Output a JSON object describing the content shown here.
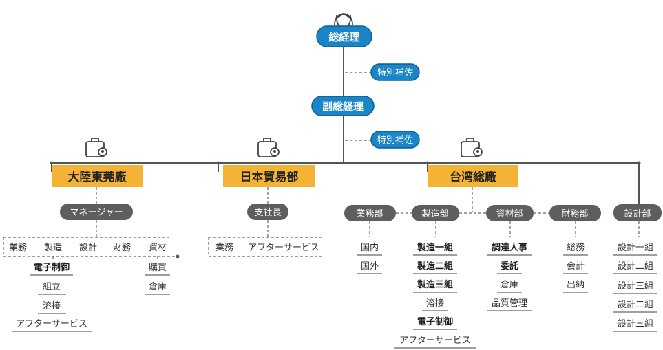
{
  "chart": {
    "ceo": "総経理",
    "vice": "副総経理",
    "assist_1": "特別補佐",
    "assist_2": "特別補佐",
    "branches": {
      "china": {
        "title": "大陸東莞廠",
        "manager": "マネージャー",
        "row": [
          "業務",
          "製造",
          "設計",
          "財務",
          "資材"
        ],
        "mfg_items": [
          "電子制御",
          "組立",
          "溶接",
          "アフターサービス"
        ],
        "mat_items": [
          "購買",
          "倉庫"
        ]
      },
      "japan": {
        "title": "日本貿易部",
        "manager": "支社長",
        "row": [
          "業務",
          "アフターサービス"
        ]
      },
      "taiwan": {
        "title": "台湾総廠",
        "depts": {
          "sales": {
            "label": "業務部",
            "items": [
              "国内",
              "国外"
            ]
          },
          "mfg": {
            "label": "製造部",
            "items": [
              "製造一組",
              "製造二組",
              "製造三組",
              "溶接",
              "電子制御",
              "アフターサービス"
            ]
          },
          "mat": {
            "label": "資材部",
            "items": [
              "調達人事",
              "委託",
              "倉庫",
              "品質管理"
            ]
          },
          "fin": {
            "label": "財務部",
            "items": [
              "総務",
              "会計",
              "出納"
            ]
          }
        }
      },
      "design": {
        "label": "設計部",
        "items": [
          "設計一組",
          "設計二組",
          "設計三組",
          "設計二組",
          "設計三組"
        ]
      }
    },
    "icons": {
      "ceo": "person-icon",
      "branch": "camera-location-icon"
    }
  }
}
